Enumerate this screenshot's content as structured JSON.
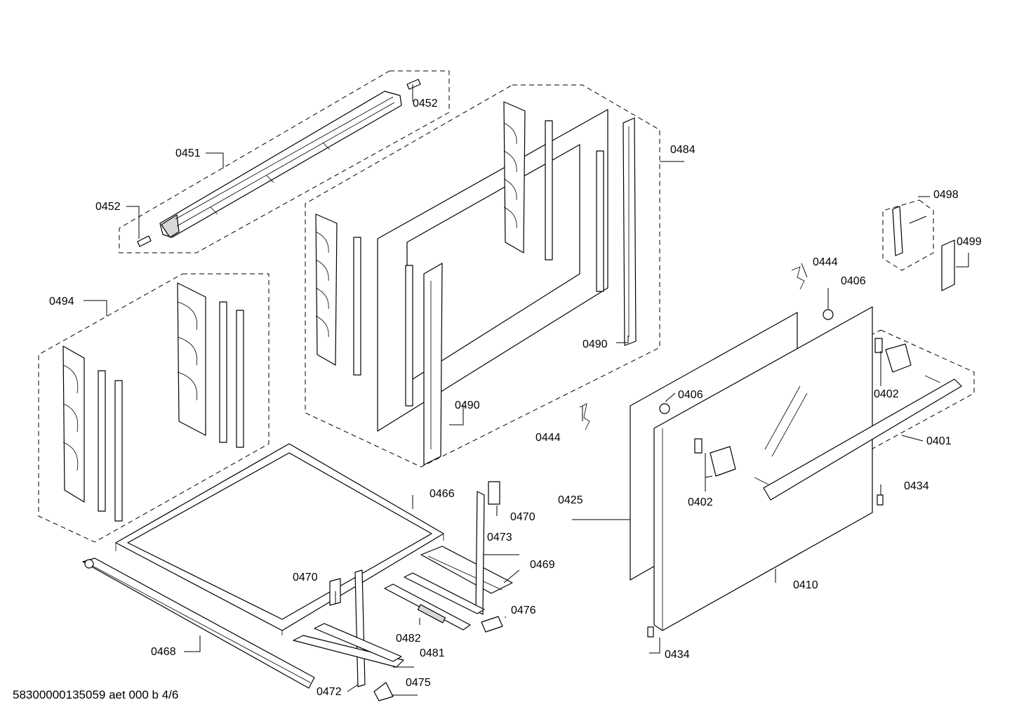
{
  "callouts": {
    "c0452a": "0452",
    "c0451": "0451",
    "c0452b": "0452",
    "c0484": "0484",
    "c0494": "0494",
    "c0490a": "0490",
    "c0490b": "0490",
    "c0498": "0498",
    "c0499": "0499",
    "c0444a": "0444",
    "c0406a": "0406",
    "c0406b": "0406",
    "c0402a": "0402",
    "c0402b": "0402",
    "c0401": "0401",
    "c0444b": "0444",
    "c0434a": "0434",
    "c0434b": "0434",
    "c0425": "0425",
    "c0410": "0410",
    "c0466": "0466",
    "c0470a": "0470",
    "c0470b": "0470",
    "c0473": "0473",
    "c0469": "0469",
    "c0476": "0476",
    "c0482": "0482",
    "c0481": "0481",
    "c0475": "0475",
    "c0472": "0472",
    "c0468": "0468"
  },
  "footer": "58300000135059 aet 000 b 4/6"
}
